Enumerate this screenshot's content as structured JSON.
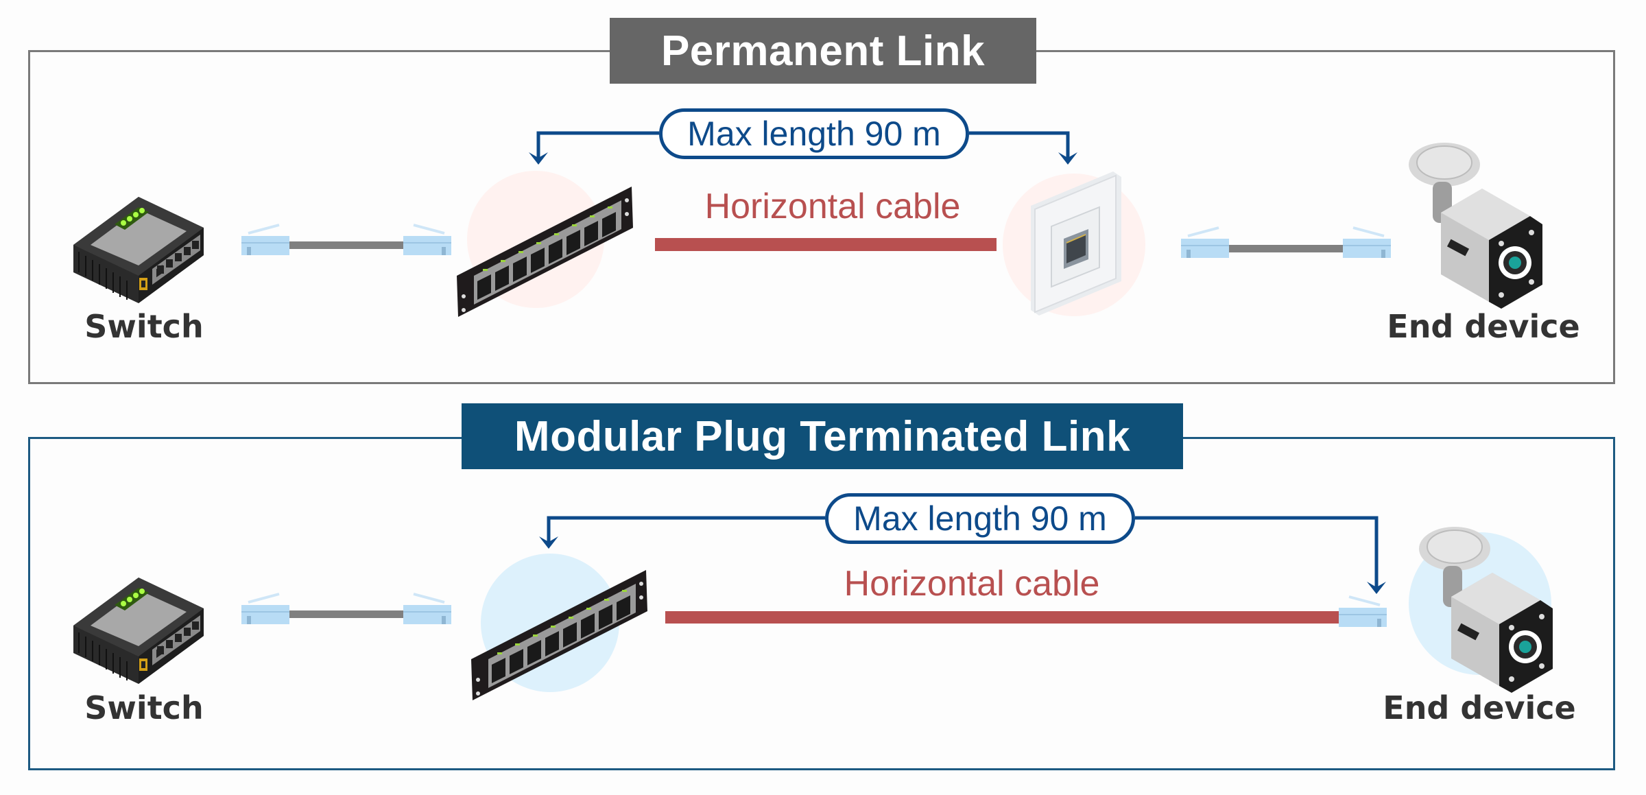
{
  "colors": {
    "permanent_link_title_bg": "#666666",
    "mptl_title_bg": "#0f5078",
    "measure_line": "#0d4a8a",
    "horizontal_cable": "#b85050",
    "patch_cord": "#808080",
    "plug": "#b8dcf5",
    "label_text": "#333333"
  },
  "sections": [
    {
      "id": "permanent-link",
      "title": "Permanent Link",
      "measurement": "Max length 90 m",
      "cable_label": "Horizontal cable",
      "left_device": {
        "label": "Switch",
        "icon": "network-switch-icon"
      },
      "right_device": {
        "label": "End device",
        "icon": "security-camera-icon"
      },
      "components": [
        "switch",
        "patch-cord",
        "patch-panel",
        "horizontal-cable",
        "wall-outlet",
        "patch-cord",
        "end-device"
      ]
    },
    {
      "id": "modular-plug-terminated-link",
      "title": "Modular Plug Terminated Link",
      "measurement": "Max length 90 m",
      "cable_label": "Horizontal cable",
      "left_device": {
        "label": "Switch",
        "icon": "network-switch-icon"
      },
      "right_device": {
        "label": "End device",
        "icon": "security-camera-icon"
      },
      "components": [
        "switch",
        "patch-cord",
        "patch-panel",
        "horizontal-cable-with-plug",
        "end-device"
      ]
    }
  ]
}
